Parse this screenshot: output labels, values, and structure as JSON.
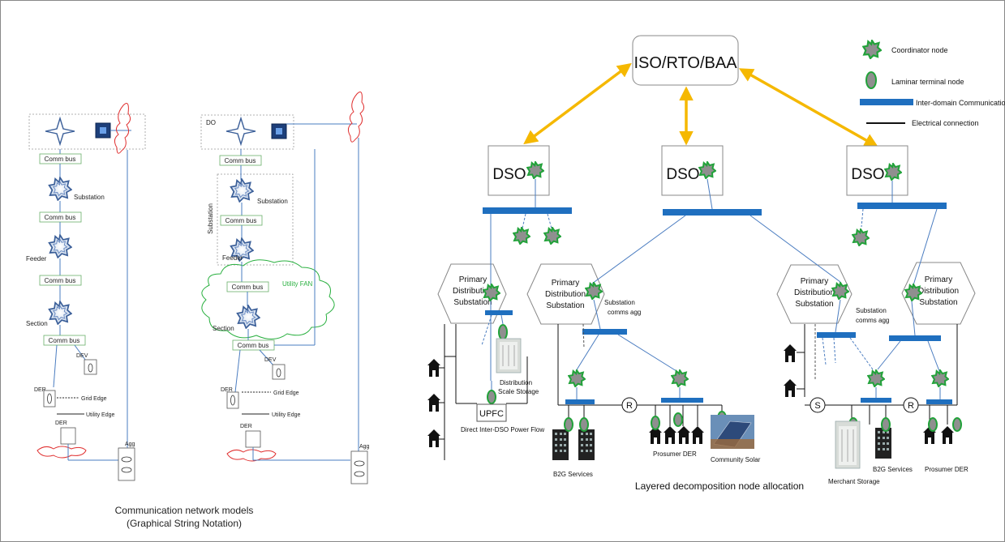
{
  "left_models": {
    "model_a": {
      "comm_bus_1": "Comm bus",
      "substation": "Substation",
      "comm_bus_2": "Comm bus",
      "feeder": "Feeder",
      "comm_bus_3": "Comm bus",
      "section": "Section",
      "comm_bus_4": "Comm bus",
      "dev": "DEV",
      "der_1": "DER",
      "grid_edge": "Grid Edge",
      "utility_edge": "Utility Edge",
      "der_2": "DER",
      "agg": "Agg"
    },
    "model_b": {
      "do": "DO",
      "comm_bus_1": "Comm bus",
      "substation_group": "Substation",
      "substation": "Substation",
      "comm_bus_2": "Comm bus",
      "feeder": "Feeder",
      "utility_fan": "Utility FAN",
      "comm_bus_3": "Comm bus",
      "section": "Section",
      "comm_bus_4": "Comm bus",
      "dev": "DEV",
      "der_1": "DER",
      "grid_edge": "Grid Edge",
      "utility_edge": "Utility Edge",
      "der_2": "DER",
      "agg": "Agg"
    },
    "caption_line1": "Communication network models",
    "caption_line2": "(Graphical String Notation)"
  },
  "right_diagram": {
    "iso": "ISO/RTO/BAA",
    "dso": "DSO",
    "pds_line1": "Primary",
    "pds_line2": "Distribution",
    "pds_line3": "Substation",
    "substation_comms_1": "Substation",
    "substation_comms_2": "comms agg",
    "distribution_storage_1": "Distribution",
    "distribution_storage_2": "Scale Storage",
    "upfc": "UPFC",
    "direct_power_flow": "Direct Inter-DSO Power Flow",
    "b2g_services": "B2G Services",
    "prosumer_der": "Prosumer DER",
    "community_solar": "Community Solar",
    "merchant_storage": "Merchant Storage",
    "r_label": "R",
    "s_label": "S",
    "caption": "Layered decomposition node allocation"
  },
  "legend": {
    "coordinator": "Coordinator node",
    "laminar": "Laminar terminal node",
    "comm_bus": "Inter-domain Communication bus",
    "electrical": "Electrical connection"
  },
  "colors": {
    "bus_blue": "#1f6fbf",
    "arrow_gold": "#f5b800",
    "node_green": "#22a23a",
    "node_fill": "#9a9a9a",
    "line_blue": "#4a7cc0",
    "cloud_red": "#e03030",
    "fan_green": "#2ab040"
  }
}
